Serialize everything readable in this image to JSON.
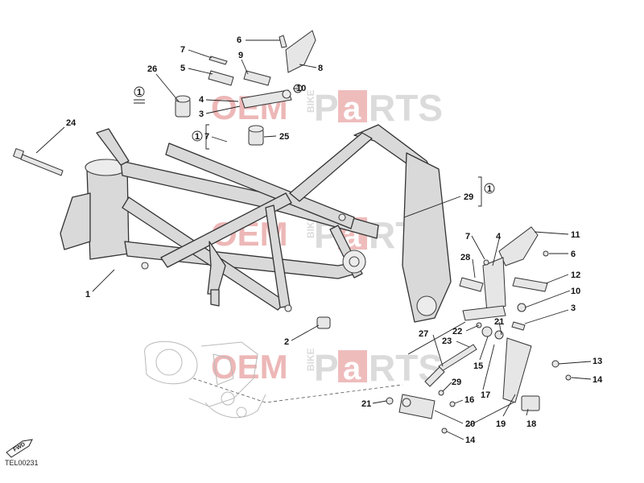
{
  "diagram": {
    "ref_code": "TEL00231",
    "fwd_label": "FWD",
    "watermark": {
      "oem": "OEM",
      "bike": "BIKE",
      "parts_p": "P",
      "parts_a": "a",
      "parts_rts": "RTS"
    },
    "callouts": [
      {
        "id": "c24",
        "text": "24"
      },
      {
        "id": "c26",
        "text": "26"
      },
      {
        "id": "c7a",
        "text": "7"
      },
      {
        "id": "c5a",
        "text": "5"
      },
      {
        "id": "c9",
        "text": "9"
      },
      {
        "id": "c6a",
        "text": "6"
      },
      {
        "id": "c8",
        "text": "8"
      },
      {
        "id": "c10a",
        "text": "10"
      },
      {
        "id": "c4a",
        "text": "4"
      },
      {
        "id": "c3a",
        "text": "3"
      },
      {
        "id": "c7b",
        "text": "7"
      },
      {
        "id": "c25",
        "text": "25"
      },
      {
        "id": "c1",
        "text": "1"
      },
      {
        "id": "c29a",
        "text": "29"
      },
      {
        "id": "c2",
        "text": "2"
      },
      {
        "id": "c7c",
        "text": "7"
      },
      {
        "id": "c4b",
        "text": "4"
      },
      {
        "id": "c11",
        "text": "11"
      },
      {
        "id": "c28",
        "text": "28"
      },
      {
        "id": "c6b",
        "text": "6"
      },
      {
        "id": "c12",
        "text": "12"
      },
      {
        "id": "c10b",
        "text": "10"
      },
      {
        "id": "c3b",
        "text": "3"
      },
      {
        "id": "c27",
        "text": "27"
      },
      {
        "id": "c22",
        "text": "22"
      },
      {
        "id": "c21a",
        "text": "21"
      },
      {
        "id": "c23",
        "text": "23"
      },
      {
        "id": "c15",
        "text": "15"
      },
      {
        "id": "c13",
        "text": "13"
      },
      {
        "id": "c14a",
        "text": "14"
      },
      {
        "id": "c29b",
        "text": "29"
      },
      {
        "id": "c17",
        "text": "17"
      },
      {
        "id": "c16",
        "text": "16"
      },
      {
        "id": "c21b",
        "text": "21"
      },
      {
        "id": "c20",
        "text": "20"
      },
      {
        "id": "c19",
        "text": "19"
      },
      {
        "id": "c18",
        "text": "18"
      },
      {
        "id": "c14b",
        "text": "14"
      }
    ],
    "circled_marks": [
      {
        "id": "m1",
        "text": "1"
      },
      {
        "id": "m2",
        "text": "1"
      },
      {
        "id": "m3",
        "text": "1"
      }
    ]
  }
}
